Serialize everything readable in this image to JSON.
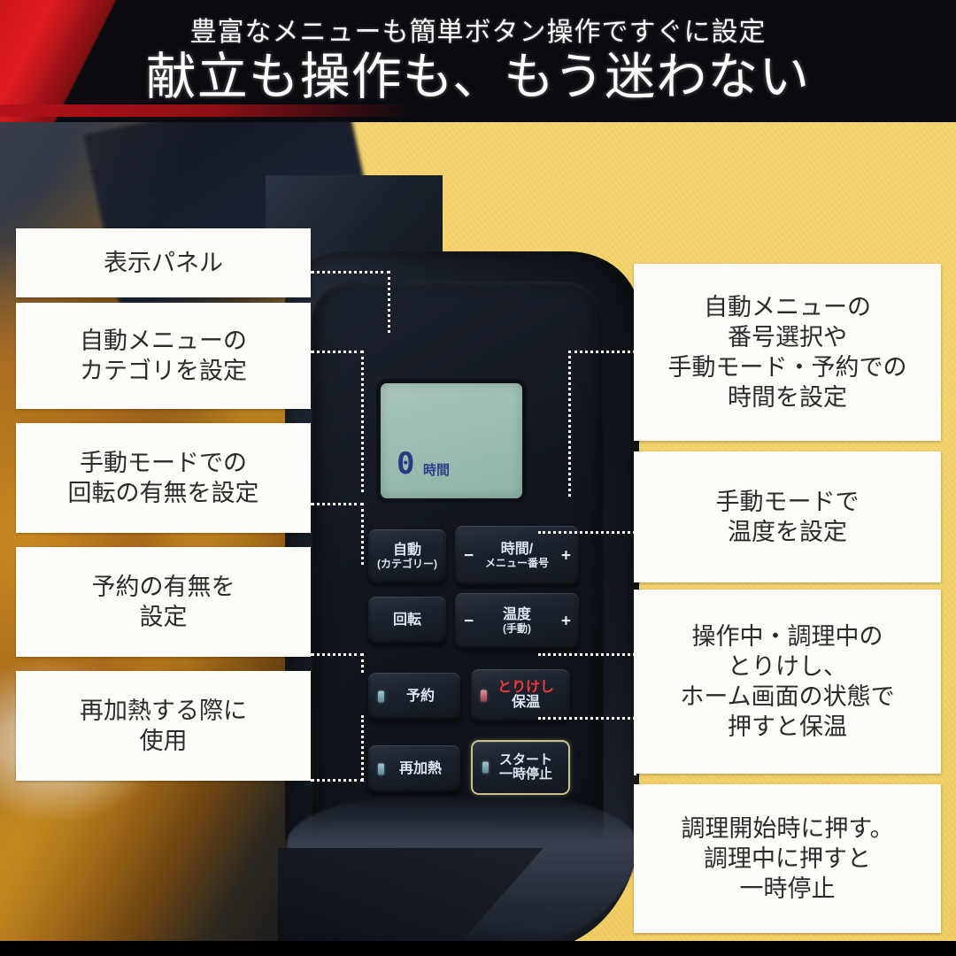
{
  "header": {
    "subtitle": "豊富なメニューも簡単ボタン操作ですぐに設定",
    "headline": "献立も操作も、もう迷わない",
    "accent_red": "#d4161c",
    "background": "#0a0b10"
  },
  "stage": {
    "background_color": "#f0cf66",
    "stripe_color": "#f7dd8d"
  },
  "device": {
    "body_color": "#12171f",
    "lcd": {
      "screen_color": "#9bbdb2",
      "digit": "0",
      "unit": "時間",
      "digit_color": "#263a86"
    },
    "buttons": [
      {
        "name": "auto",
        "main": "自動",
        "sub": "(カテゴリー)",
        "minus": "",
        "plus": "",
        "led": "none"
      },
      {
        "name": "time-menu-number",
        "main": "時間/",
        "sub": "メニュー番号",
        "minus": "−",
        "plus": "+",
        "led": "none"
      },
      {
        "name": "rotation",
        "main": "回転",
        "sub": "",
        "minus": "",
        "plus": "",
        "led": "none"
      },
      {
        "name": "temperature",
        "main": "温度",
        "sub": "(手動)",
        "minus": "−",
        "plus": "+",
        "led": "none"
      },
      {
        "name": "reservation",
        "main": "予約",
        "sub": "",
        "minus": "",
        "plus": "",
        "led": "blue"
      },
      {
        "name": "cancel-keepwarm",
        "main": "とりけし",
        "sub": "保温",
        "minus": "",
        "plus": "",
        "led": "red"
      },
      {
        "name": "reheat",
        "main": "再加熱",
        "sub": "",
        "minus": "",
        "plus": "",
        "led": "blue"
      },
      {
        "name": "start-pause",
        "main": "スタート",
        "sub": "一時停止",
        "minus": "",
        "plus": "",
        "led": "blue"
      }
    ]
  },
  "labels_left": [
    {
      "id": "display-panel",
      "text": "表示パネル"
    },
    {
      "id": "auto-menu-category",
      "text": "自動メニューの\nカテゴリを設定"
    },
    {
      "id": "manual-rotation",
      "text": "手動モードでの\n回転の有無を設定"
    },
    {
      "id": "reservation-toggle",
      "text": "予約の有無を\n設定"
    },
    {
      "id": "reheat-usage",
      "text": "再加熱する際に\n使用"
    }
  ],
  "labels_right": [
    {
      "id": "menu-number-time",
      "text": "自動メニューの\n番号選択や\n手動モード・予約での\n時間を設定"
    },
    {
      "id": "manual-temperature",
      "text": "手動モードで\n温度を設定"
    },
    {
      "id": "cancel-keepwarm-desc",
      "text": "操作中・調理中の\nとりけし、\nホーム画面の状態で\n押すと保温"
    },
    {
      "id": "start-pause-desc",
      "text": "調理開始時に押す。\n調理中に押すと\n一時停止"
    }
  ]
}
